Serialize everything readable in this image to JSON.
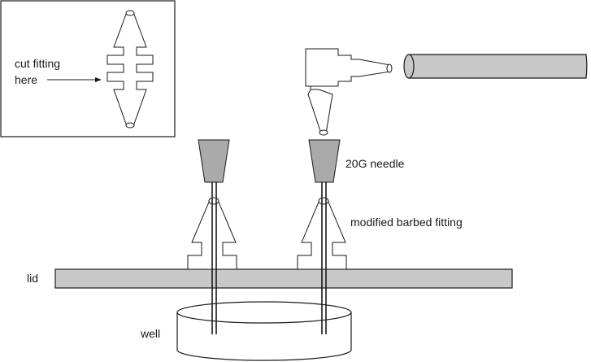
{
  "labels": {
    "inset_line1": "cut fitting",
    "inset_line2": "here",
    "needle": "20G needle",
    "fitting": "modified barbed fitting",
    "lid": "lid",
    "well": "well"
  },
  "colors": {
    "gray_fill": "#c8c8c8",
    "needle_fill": "#aaaaaa",
    "stroke": "#1a1a1a",
    "background": "#ffffff"
  }
}
